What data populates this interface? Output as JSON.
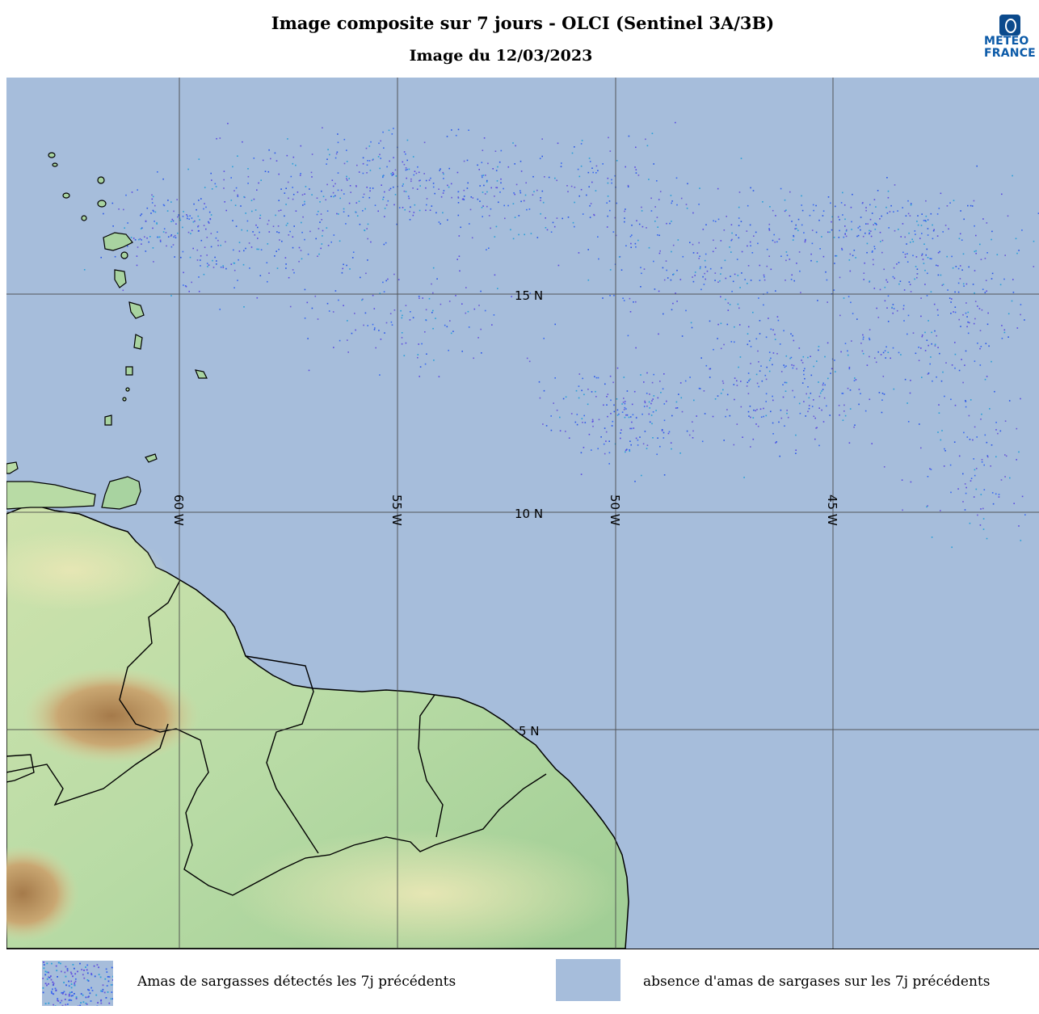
{
  "header": {
    "title": "Image composite sur 7 jours - OLCI (Sentinel 3A/3B)",
    "subtitle": "Image du 12/03/2023",
    "logo_icon": "meteo-france-logo-icon",
    "logo_line1": "METEO",
    "logo_line2": "FRANCE"
  },
  "map": {
    "lat_labels": [
      "15 N",
      "10 N",
      "5 N"
    ],
    "lon_labels": [
      "60 W",
      "55 W",
      "50 W",
      "45 W"
    ],
    "colors": {
      "ocean": "#a6bddb",
      "land_low": "#a8d3a0",
      "land_mid": "#cfe3ad",
      "land_high": "#b48a58",
      "sargassum": "#2b57e8",
      "border": "#000000"
    }
  },
  "legend": {
    "detected_label": "Amas de sargasses détectés les 7j précédents",
    "absent_label": "absence d'amas de sargases sur les 7j précédents"
  }
}
